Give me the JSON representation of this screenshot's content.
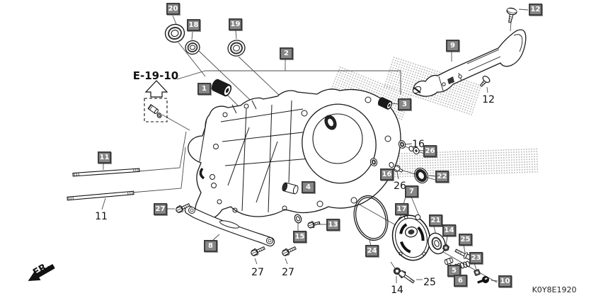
{
  "diagram": {
    "section_code": "E-19-10",
    "image_code": "K0Y8E1920",
    "direction_label": "FR.",
    "callout_numbers": [
      "1",
      "2",
      "3",
      "4",
      "5",
      "6",
      "7",
      "8",
      "9",
      "10",
      "11",
      "12",
      "13",
      "14",
      "15",
      "16",
      "17",
      "18",
      "19",
      "20",
      "21",
      "22",
      "23",
      "24",
      "25",
      "26",
      "27"
    ],
    "printed_labels": [
      "12",
      "16",
      "26",
      "11",
      "27",
      "27",
      "14",
      "25"
    ],
    "colors": {
      "callout_bg": "#868686",
      "callout_border": "#3e3e3e",
      "callout_text": "#ffffff",
      "line_art": "#1a1a1a",
      "halftone_dot": "#b0b0b0",
      "background": "#ffffff"
    }
  }
}
